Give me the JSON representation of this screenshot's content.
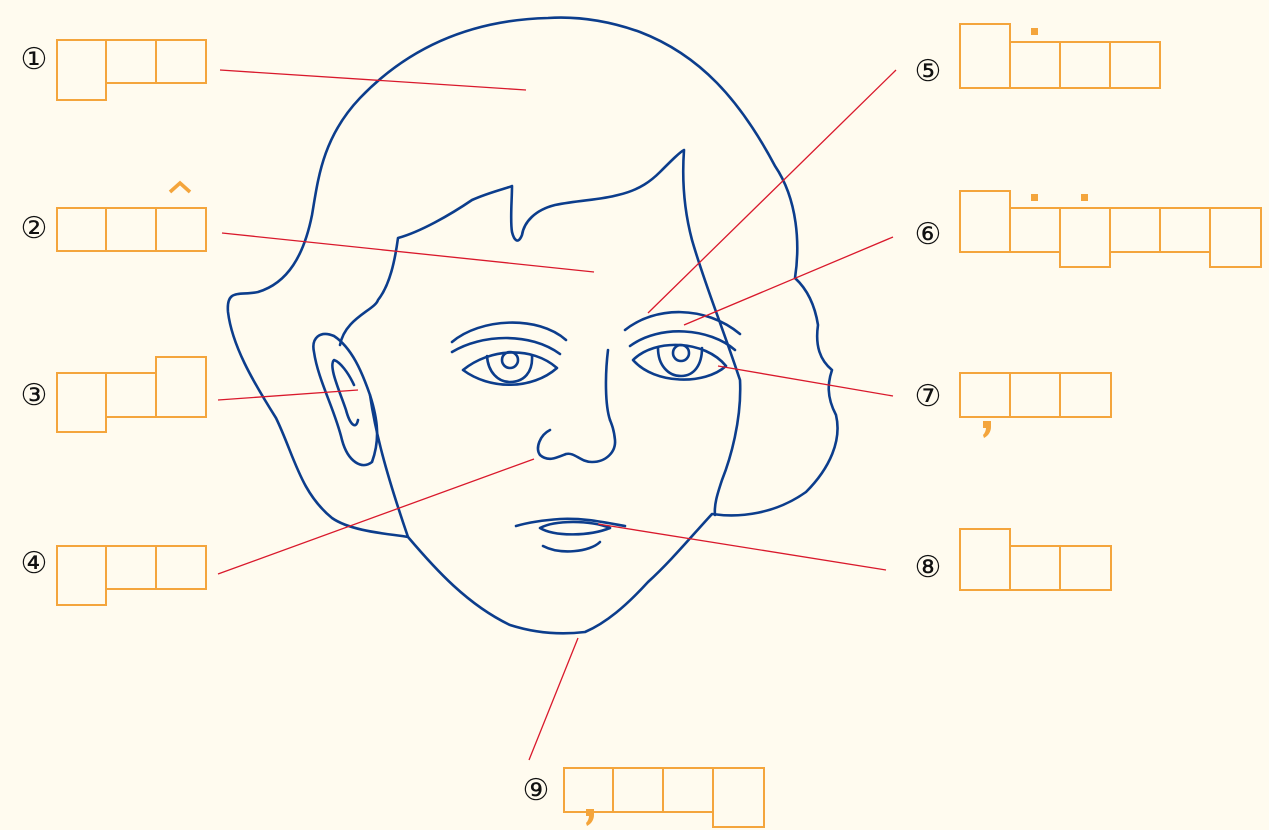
{
  "colors": {
    "background": "#fffbef",
    "face_outline": "#0c3d8c",
    "pointer_line": "#d9192c",
    "answer_box": "#f4a53c",
    "label": "#111111"
  },
  "labels": [
    {
      "id": "1",
      "text": "①",
      "cells": 3,
      "marks": []
    },
    {
      "id": "2",
      "text": "②",
      "cells": 3,
      "marks": [
        "circumflex"
      ]
    },
    {
      "id": "3",
      "text": "③",
      "cells": 3,
      "marks": []
    },
    {
      "id": "4",
      "text": "④",
      "cells": 3,
      "marks": []
    },
    {
      "id": "5",
      "text": "⑤",
      "cells": 4,
      "marks": [
        "dot"
      ]
    },
    {
      "id": "6",
      "text": "⑥",
      "cells": 6,
      "marks": [
        "dot",
        "dot"
      ]
    },
    {
      "id": "7",
      "text": "⑦",
      "cells": 3,
      "marks": [
        "comma"
      ]
    },
    {
      "id": "8",
      "text": "⑧",
      "cells": 3,
      "marks": []
    },
    {
      "id": "9",
      "text": "⑨",
      "cells": 4,
      "marks": [
        "comma"
      ]
    }
  ]
}
